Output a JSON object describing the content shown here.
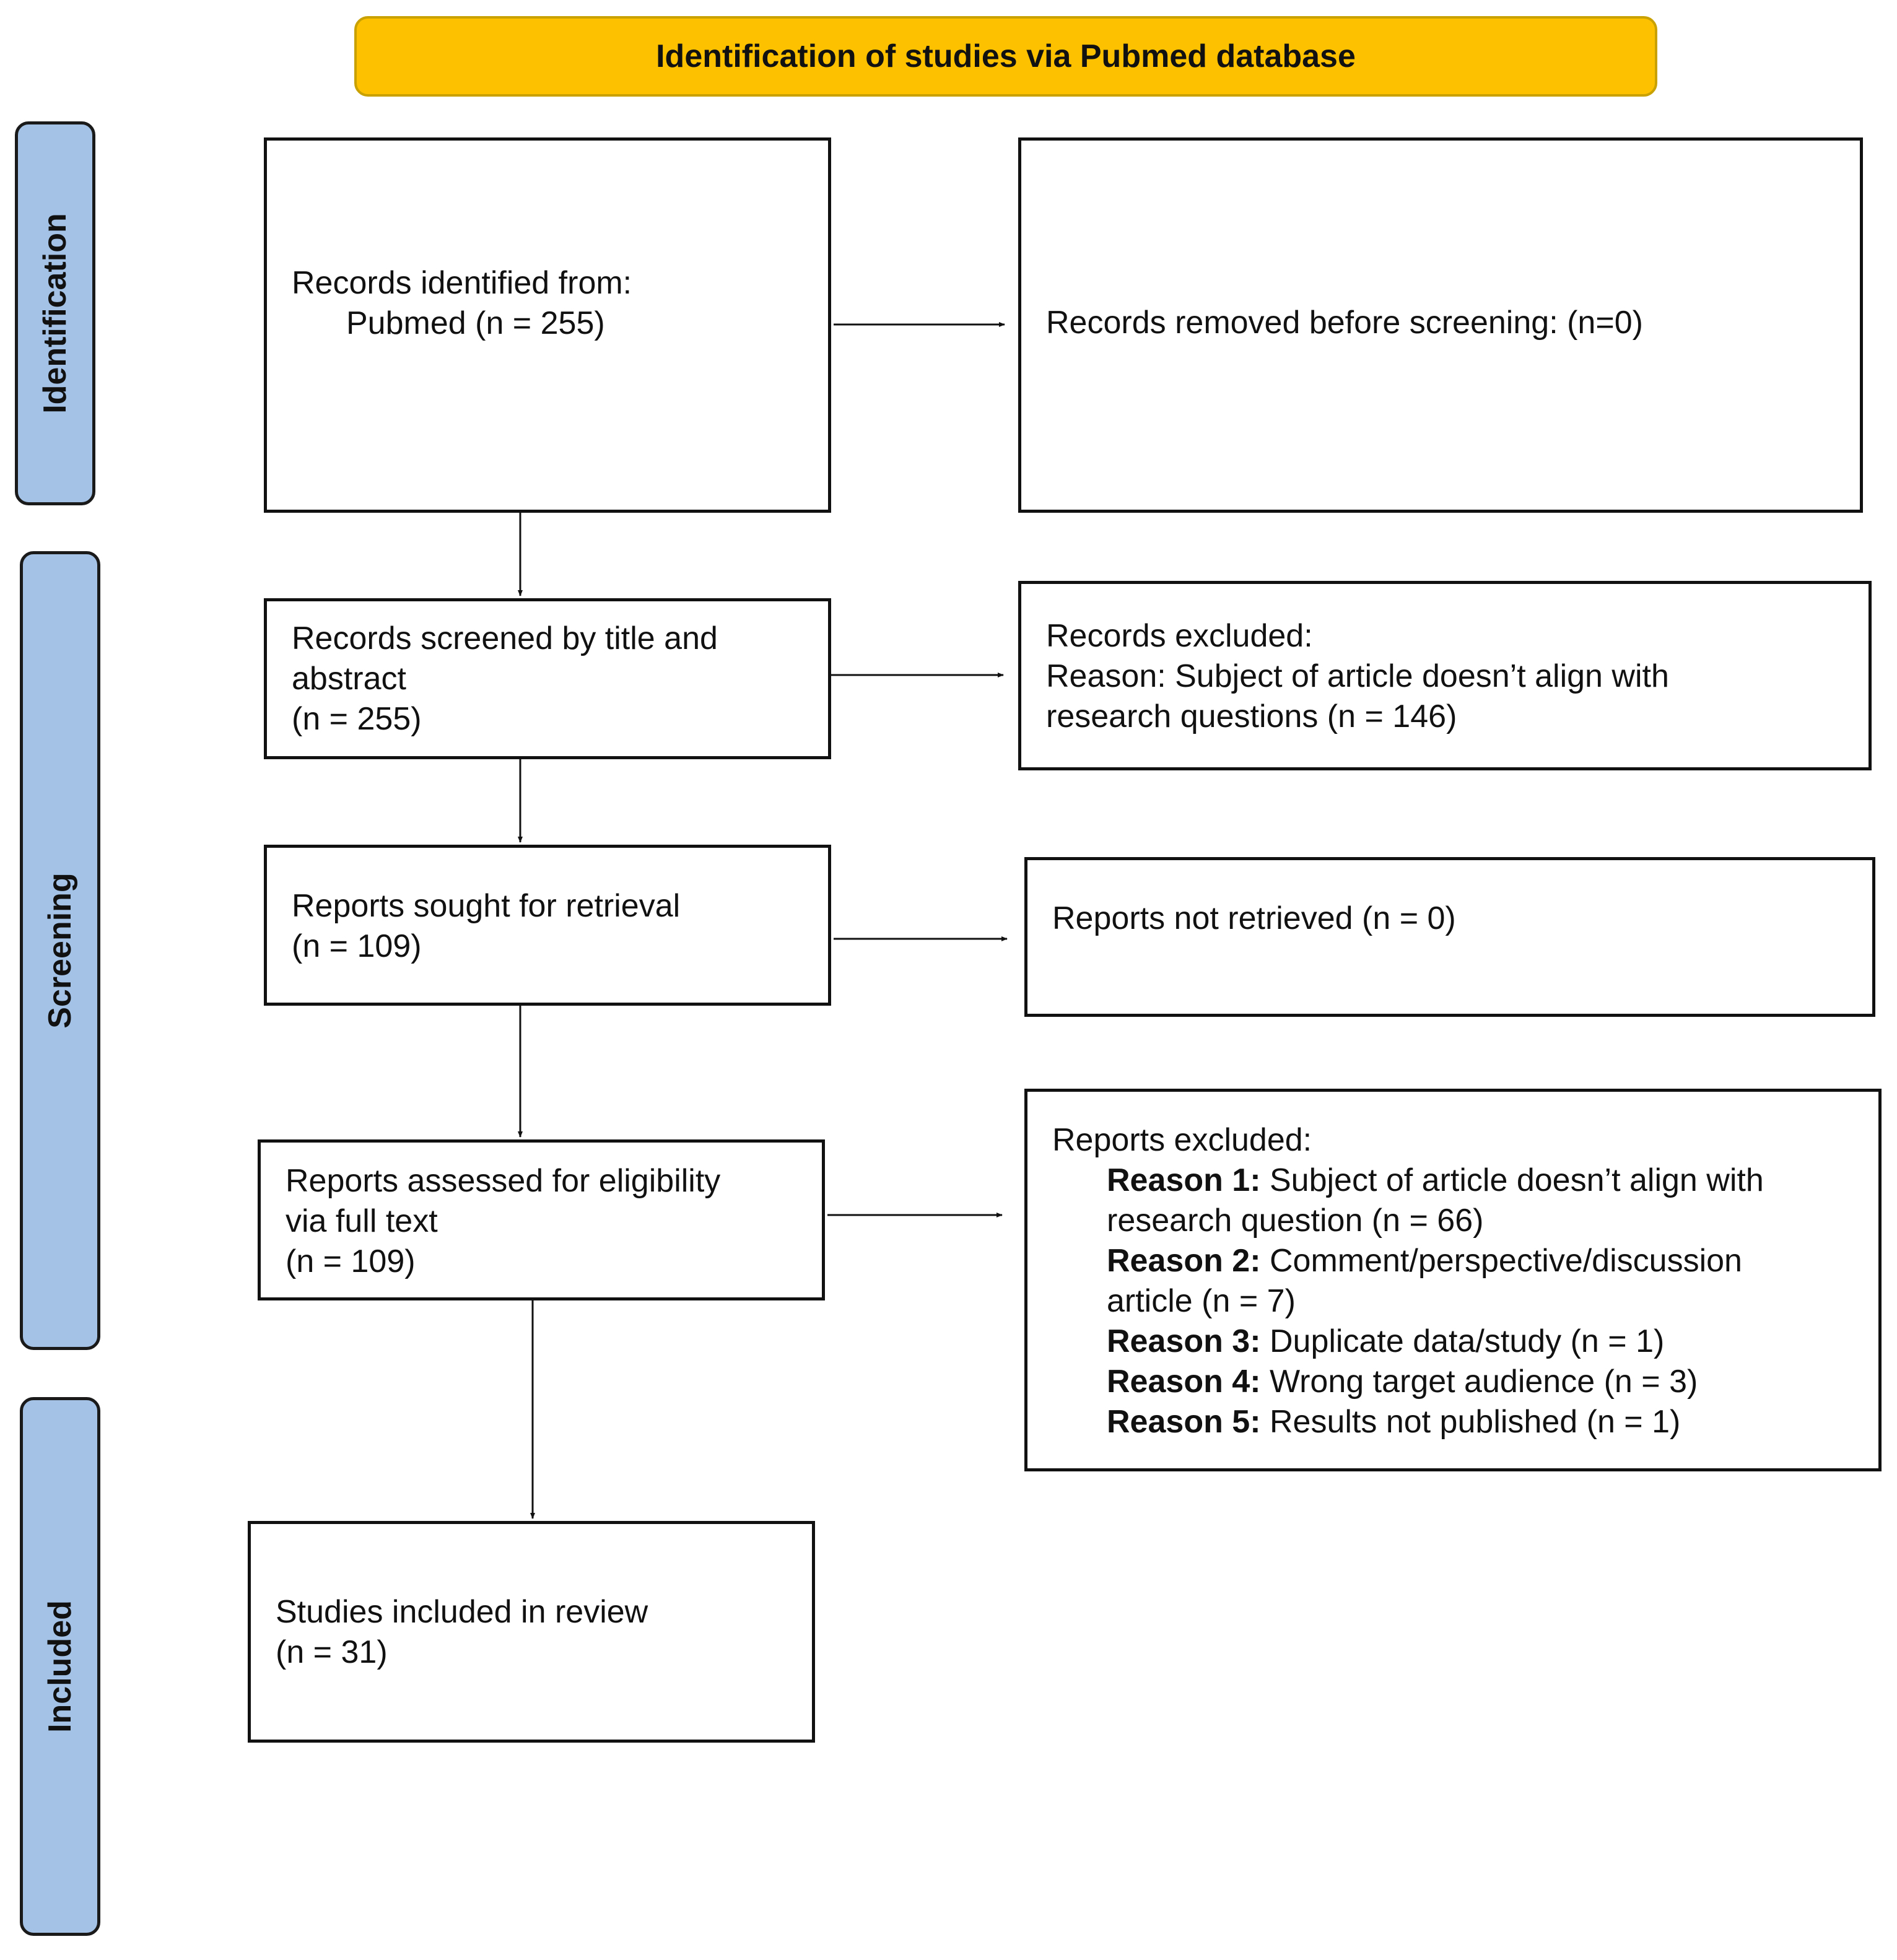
{
  "header": {
    "title": "Identification of studies via Pubmed database"
  },
  "stages": {
    "identification": "Identification",
    "screening": "Screening",
    "included": "Included"
  },
  "boxes": {
    "records_identified": {
      "line1": "Records identified from:",
      "line2": "Pubmed (n = 255)"
    },
    "records_removed": {
      "line1": "Records removed before screening: (n=0)"
    },
    "records_screened": {
      "line1": "Records screened by title and",
      "line2": "abstract",
      "line3": "(n = 255)"
    },
    "records_excluded": {
      "line1": "Records excluded:",
      "line2": "Reason: Subject of article doesn’t align with",
      "line3": "research questions (n = 146)"
    },
    "reports_sought": {
      "line1": "Reports sought for retrieval",
      "line2": "(n = 109)"
    },
    "reports_not_retrieved": {
      "line1": "Reports not retrieved (n = 0)"
    },
    "reports_assessed": {
      "line1": "Reports assessed for eligibility",
      "line2": "via full text",
      "line3": "(n = 109)"
    },
    "reports_excluded": {
      "heading": "Reports excluded:",
      "r1_label": "Reason 1:",
      "r1_text": " Subject of article doesn’t align with",
      "r1_cont": "research question (n = 66)",
      "r2_label": "Reason 2:",
      "r2_text": " Comment/perspective/discussion",
      "r2_cont": "article (n = 7)",
      "r3_label": "Reason 3:",
      "r3_text": " Duplicate data/study (n = 1)",
      "r4_label": "Reason 4:",
      "r4_text": " Wrong target audience (n = 3)",
      "r5_label": "Reason 5:",
      "r5_text": " Results not published (n = 1)"
    },
    "studies_included": {
      "line1": "Studies included in review",
      "line2": "(n = 31)"
    }
  }
}
